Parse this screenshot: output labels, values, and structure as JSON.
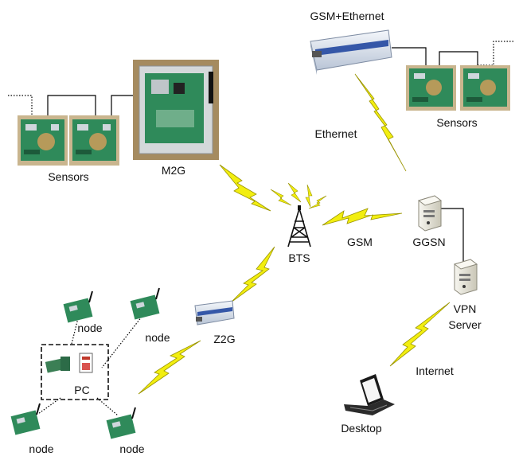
{
  "diagram": {
    "labels": {
      "gsm_ethernet_modem": "GSM+Ethernet",
      "sensors_left": "Sensors",
      "sensors_right": "Sensors",
      "m2g": "M2G",
      "ethernet": "Ethernet",
      "bts": "BTS",
      "gsm": "GSM",
      "ggsn": "GGSN",
      "vpn_server_line1": "VPN",
      "vpn_server_line2": "Server",
      "z2g": "Z2G",
      "internet": "Internet",
      "desktop": "Desktop",
      "pc": "PC",
      "node_top_left": "node",
      "node_top_right": "node",
      "node_bottom_left": "node",
      "node_bottom_right": "node"
    },
    "colors": {
      "lightning": "#f2ee10",
      "lightning_stroke": "#9a9400",
      "board_green": "#2f8a5a",
      "board_frame": "#c9b58e",
      "modem_body": "#dfe6ef",
      "modem_stripe": "#3557a8",
      "server_body": "#e9e7dd",
      "line": "#000000"
    },
    "icons": [
      "sensor-board-icon",
      "m2g-device-icon",
      "gsm-ethernet-modem-icon",
      "bts-tower-icon",
      "ggsn-server-icon",
      "vpn-server-icon",
      "z2g-modem-icon",
      "laptop-icon",
      "pc-icon",
      "node-board-icon",
      "lightning-link-icon"
    ]
  }
}
